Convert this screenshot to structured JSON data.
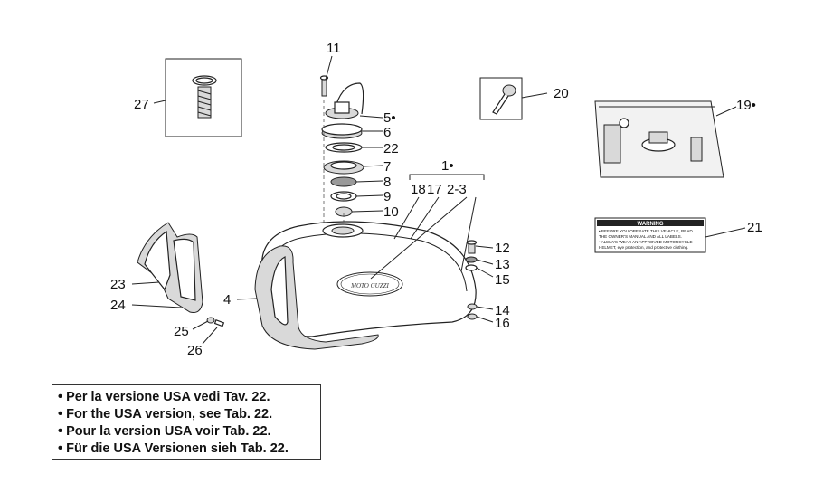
{
  "callouts": {
    "c1": "1•",
    "c4": "4",
    "c5": "5•",
    "c6": "6",
    "c7": "7",
    "c8": "8",
    "c9": "9",
    "c10": "10",
    "c11": "11",
    "c12": "12",
    "c13": "13",
    "c14": "14",
    "c15": "15",
    "c16": "16",
    "c17": "17",
    "c18": "18",
    "c19": "19•",
    "c20": "20",
    "c21": "21",
    "c22": "22",
    "c23": "23",
    "c24": "24",
    "c25": "25",
    "c26": "26",
    "c27": "27",
    "c2_3": "2-3"
  },
  "tank_logo": "MOTO GUZZI",
  "warning_label": {
    "heading": "WARNING",
    "lines": [
      "• BEFORE YOU OPERATE THIS VEHICLE, READ",
      "THE OWNER'S MANUAL AND ALL LABELS.",
      "• ALWAYS WEAR AN APPROVED MOTORCYCLE",
      "HELMET, eye protection, and protective clothing."
    ]
  },
  "notes": [
    "• Per la versione USA vedi  Tav. 22.",
    "• For the USA version, see  Tab. 22.",
    "• Pour la version USA voir Tab. 22.",
    "• Für die USA Versionen sieh Tab. 22."
  ]
}
